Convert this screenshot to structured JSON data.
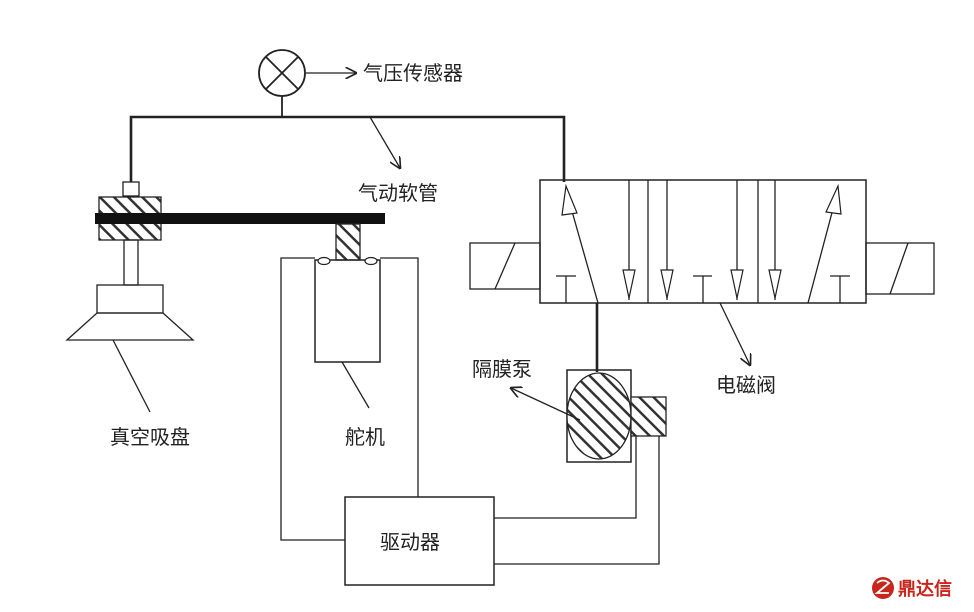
{
  "labels": {
    "pressure_sensor": "气压传感器",
    "air_hose": "气动软管",
    "vacuum_cup": "真空吸盘",
    "servo": "舵机",
    "diaphragm_pump": "隔膜泵",
    "solenoid_valve": "电磁阀",
    "driver": "驱动器"
  },
  "watermark": {
    "text": "鼎达信",
    "color": "#c8261d"
  }
}
